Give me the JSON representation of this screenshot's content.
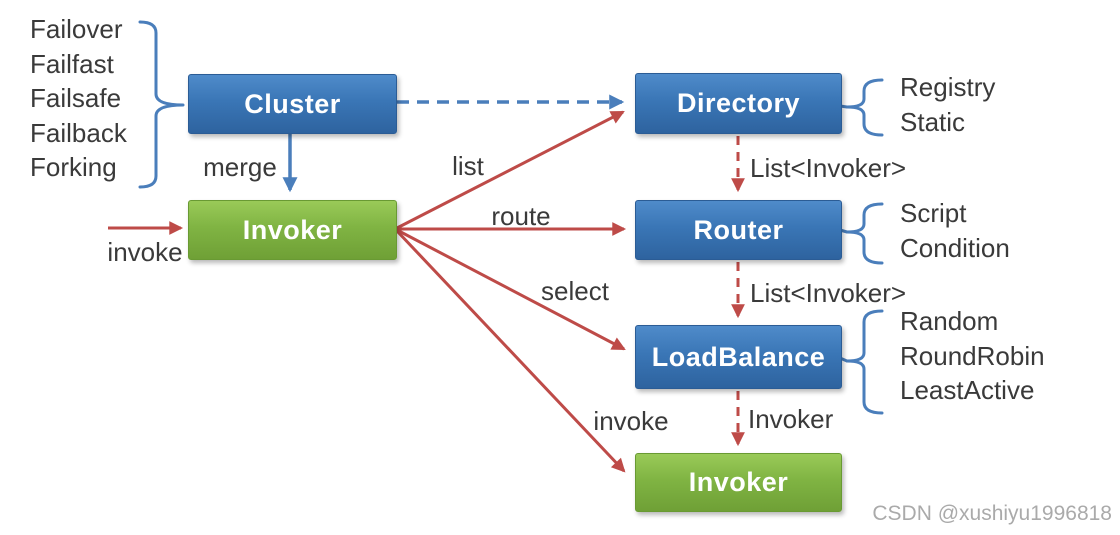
{
  "diagram": {
    "boxes": {
      "cluster": "Cluster",
      "directory": "Directory",
      "invoker_main": "Invoker",
      "router": "Router",
      "loadbalance": "LoadBalance",
      "invoker_result": "Invoker"
    },
    "edge_labels": {
      "merge": "merge",
      "invoke_in": "invoke",
      "list": "list",
      "route": "route",
      "select": "select",
      "invoke_out": "invoke",
      "list_invoker_1": "List<Invoker>",
      "list_invoker_2": "List<Invoker>",
      "invoker_edge": "Invoker"
    },
    "annotations": {
      "cluster_strategies": [
        "Failover",
        "Failfast",
        "Failsafe",
        "Failback",
        "Forking"
      ],
      "directory_types": [
        "Registry",
        "Static"
      ],
      "router_types": [
        "Script",
        "Condition"
      ],
      "loadbalance_types": [
        "Random",
        "RoundRobin",
        "LeastActive"
      ]
    },
    "watermark": "CSDN @xushiyu1996818"
  },
  "colors": {
    "box_blue": "#3a76b6",
    "box_green": "#80b443",
    "arrow_red": "#be4b48",
    "arrow_blue": "#4a7ebb",
    "label_text": "#3a3a3a",
    "box_text": "#ffffff",
    "watermark_gray": "#aaaaaa"
  }
}
